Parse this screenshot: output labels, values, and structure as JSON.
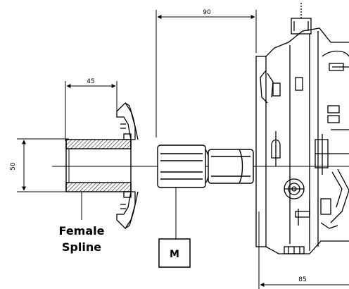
{
  "dimensions": {
    "top_span": "90",
    "spline_length": "45",
    "spline_diameter": "50",
    "bottom_span": "85"
  },
  "labels": {
    "female_spline_line1": "Female",
    "female_spline_line2": "Spline",
    "motor_box": "M"
  },
  "colors": {
    "line": "#000000",
    "background": "#ffffff"
  }
}
